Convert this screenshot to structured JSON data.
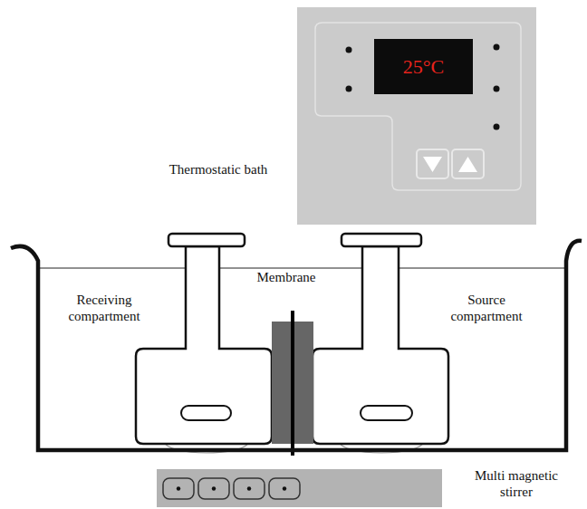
{
  "diagram": {
    "nodes": [
      {
        "text": [
          "25°C"
        ]
      }
    ],
    "labels": [
      "Thermostatic bath",
      "Receiving compartment",
      "Membrane",
      "Source compartment",
      "Multi magnetic stirrer"
    ]
  }
}
